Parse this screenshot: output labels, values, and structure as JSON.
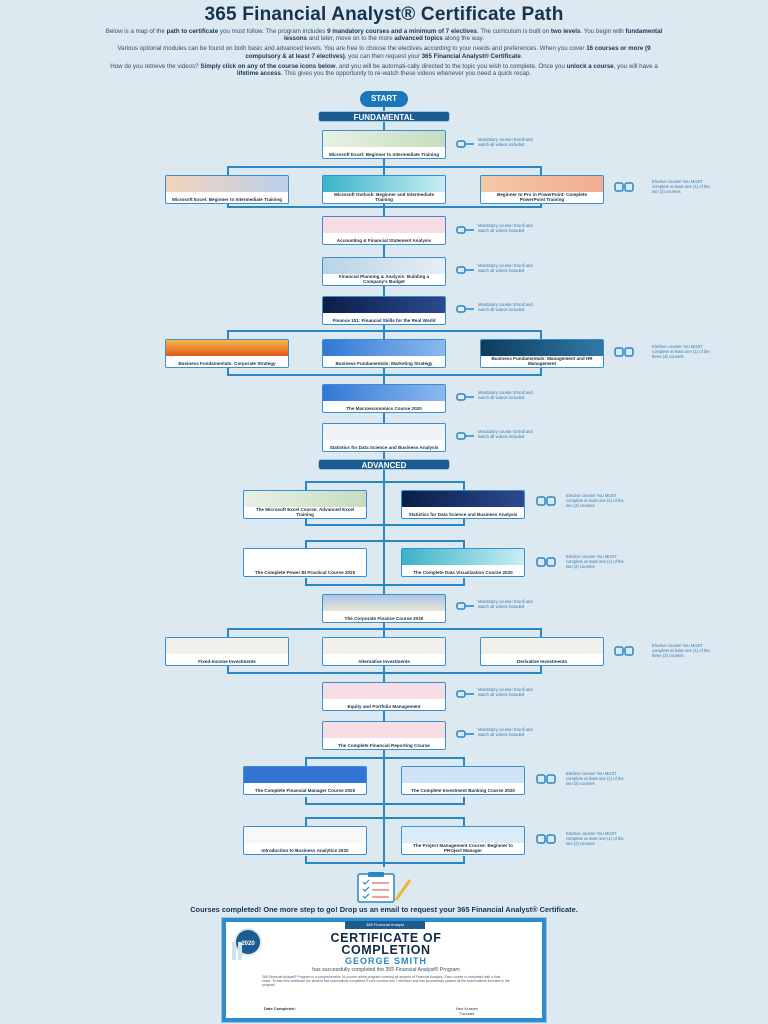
{
  "title": "365 Financial Analyst® Certificate Path",
  "intro": {
    "p1_a": "Below is a map of the ",
    "p1_b": "path to certificate",
    "p1_c": " you must follow. The program includes ",
    "p1_d": "9 mandatory courses and a minimum of 7 electives",
    "p1_e": ". The curriculum is built on ",
    "p1_f": "two levels",
    "p1_g": ". You begin with ",
    "p1_h": "fundamental lessons",
    "p1_i": " and later, move on to the more ",
    "p1_j": "advanced topics",
    "p1_k": " along the way.",
    "p2_a": "Various optional modules can be found on both basic and advanced levels. You are free to choose the electives according to your needs and preferences. When you cover ",
    "p2_b": "16 courses or more (9 compulsory & at least 7 electives)",
    "p2_c": ", you can then request your ",
    "p2_d": "365 Financial Analyst® Certificate",
    "p2_e": ".",
    "p3_a": "How do you retrieve the videos? ",
    "p3_b": "Simply click on any of the course icons below",
    "p3_c": ", and you will be automati-cally directed to the topic you wish to complete. Once you ",
    "p3_d": "unlock a course",
    "p3_e": ", you will have a ",
    "p3_f": "lifetime access",
    "p3_g": ". This gives you the opportunity to re-watch these videos whenever you need a quick recap."
  },
  "start_label": "START",
  "fundamental_label": "FUNDAMENTAL",
  "advanced_label": "ADVANCED",
  "notes": {
    "mandatory": "Mandatory course! Enroll and watch all videos included",
    "elective_two_one": "Elective course! You MUST complete at least one (1) of the two (2) courses",
    "elective_three_one": "Elective course! You MUST complete at least one (1) of the three (3) courses",
    "elective_two_one_alt": "Elective course! You MUST complete at least one (1) of the two (2) courses"
  },
  "courses": {
    "c1": "Microsoft Excel: Beginner to Intermediate Training",
    "c2": "Microsoft Excel: Beginner to Intermediate Training",
    "c3": "Microsoft Outlook: Beginner and Intermediate Training",
    "c4": "Beginner to Pro in PowerPoint: Complete PowerPoint Training",
    "c5": "Accounting & Financial Statement Analysis",
    "c6": "Financial Planning & Analysis: Building a Company's Budget",
    "c7": "Finance 101: Financial Skills for the Real World",
    "c8": "Business Fundamentals: Corporate Strategy",
    "c9": "Business Fundamentals: Marketing Strategy",
    "c10": "Business Fundamentals: Management and HR Management",
    "c11": "The Macroeconomics Course 2020",
    "c12": "Statistics for Data Science and Business Analysis",
    "c13": "The Microsoft Excel Course: Advanced Excel Training",
    "c14": "Statistics for Data Science and Business Analysis",
    "c15": "The Complete Power BI Practical Course 2020",
    "c16": "The Complete Data Visualization Course 2020",
    "c17": "The Corporate Finance Course 2020",
    "c18": "Fixed-Income Investments",
    "c19": "Alternative Investments",
    "c20": "Derivative Investments",
    "c21": "Equity and Portfolio Management",
    "c22": "The Complete Financial Reporting Course",
    "c23": "The Complete Financial Manager Course 2020",
    "c24": "The Complete Investment Banking Course 2020",
    "c25": "Introduction to Business Analytics 2020",
    "c26": "The Project Management Course: Beginner to PROject Manager"
  },
  "done": {
    "a": "Courses completed!",
    "b": " One more step to go! ",
    "c": "Drop us an email to request your 365 Financial Analyst® Certificate."
  },
  "certificate": {
    "tag": "365 Financial Analyst",
    "seal": "2020",
    "title_1": "CERTIFICATE OF",
    "title_2": "COMPLETION",
    "name": "GEORGE SMITH",
    "line": "has successfully completed the 365 Financial Analyst® Program",
    "body": "365 Financial Analyst® Program is a comprehensive 16-course online program covering all aspects of Financial Analysis. Each course is completed with a final exam. To earn this certificate the student has successfully completed 9 core courses and 7 electives and has successfully passed all the examinations included in the program.",
    "date_label": "Date Completed:",
    "sig_name": "Ned Krastev",
    "sig_role": "Founder"
  },
  "colors": {
    "background": "#dce9f1",
    "accent": "#2a86c6",
    "section": "#1d5c90",
    "title": "#173250"
  }
}
